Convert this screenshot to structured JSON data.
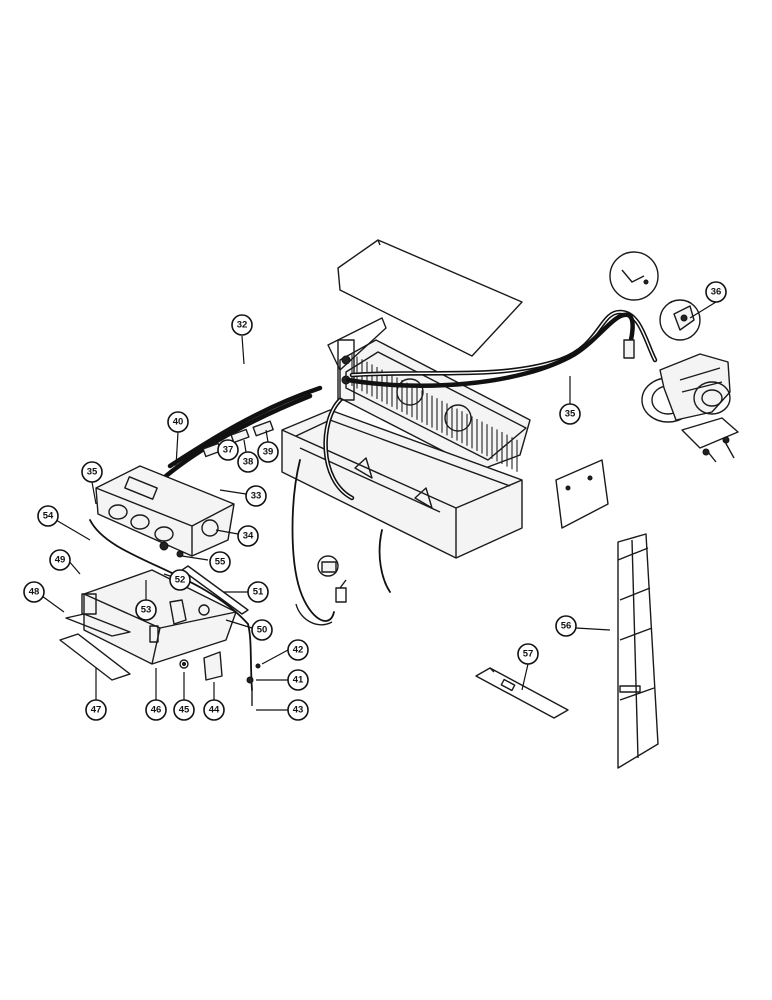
{
  "diagram": {
    "callouts": [
      "32",
      "36",
      "35",
      "40",
      "39",
      "37",
      "38",
      "33",
      "35",
      "34",
      "54",
      "55",
      "49",
      "52",
      "53",
      "51",
      "48",
      "50",
      "42",
      "41",
      "43",
      "47",
      "46",
      "45",
      "44",
      "56",
      "57"
    ]
  }
}
